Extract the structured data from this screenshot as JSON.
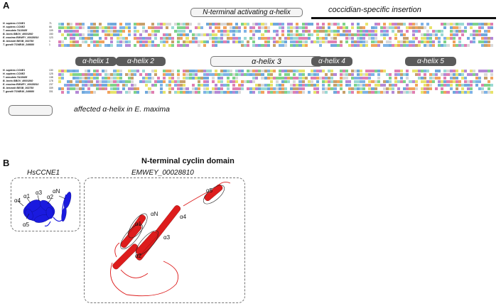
{
  "panels": {
    "a": "A",
    "b": "B"
  },
  "top_labels": {
    "nterm": "N-terminal activating α-helix",
    "coccidian": "coccidian-specific insertion"
  },
  "helices": {
    "h1": "α-helix 1",
    "h2": "α-helix 2",
    "h3": "α-helix 3",
    "h4": "α-helix 4",
    "h5": "α-helix 5"
  },
  "species_block1": [
    "H. sapiens CCNE1",
    "H. sapiens CCNE2",
    "T. annulata TA15485",
    "B. bovis BBOV_III001860",
    "E. maxima EMWEY_00028810",
    "B. besnoiti BESB_063750",
    "T. gondii TGME49_249880"
  ],
  "species_block2": [
    "H. sapiens CCNE1",
    "H. sapiens CCNE2",
    "T. annulata TA15485",
    "B. bovis BBOV_III001860",
    "E. maxima EMWEY_00028810",
    "B. besnoiti BESB_063750",
    "T. gondii TGME49_249880"
  ],
  "legend_text": "affected α-helix  in E. maxima",
  "section_title": "N-terminal cyclin domain",
  "struct_titles": {
    "left": "HsCCNE1",
    "right": "EMWEY_00028810"
  },
  "left_labels": {
    "a1": "α1",
    "a2": "α2",
    "a3": "α3",
    "a4": "α4",
    "a5": "α5",
    "aN": "αN"
  },
  "right_labels": {
    "a1": "α1",
    "a2": "α2",
    "a3": "α3",
    "a4": "α4",
    "a5": "α5",
    "aN": "αN"
  },
  "colors": {
    "human": "#1a1adf",
    "emaxima": "#dd1c1c",
    "helix_dark": "#5b5b5b"
  }
}
